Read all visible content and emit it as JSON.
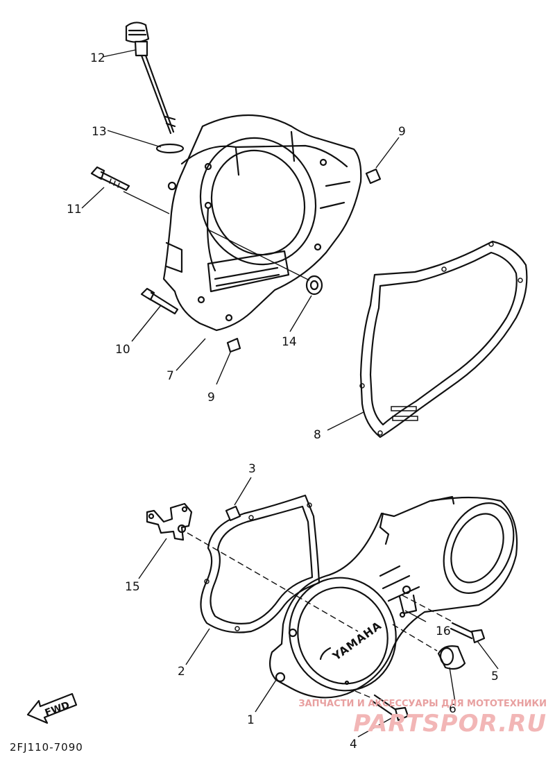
{
  "diagram": {
    "part_code": "2FJ110-7090",
    "fwd_label": "FWD",
    "cover_logo": "YAMAHA",
    "callouts": [
      "12",
      "13",
      "11",
      "9",
      "14",
      "10",
      "7",
      "9",
      "8",
      "3",
      "15",
      "16",
      "2",
      "5",
      "1",
      "6",
      "4"
    ]
  },
  "watermark": {
    "tagline": "ЗАПЧАСТИ И АКСЕССУАРЫ ДЛЯ МОТОТЕХНИКИ",
    "site": "PARTSPOR.RU"
  }
}
